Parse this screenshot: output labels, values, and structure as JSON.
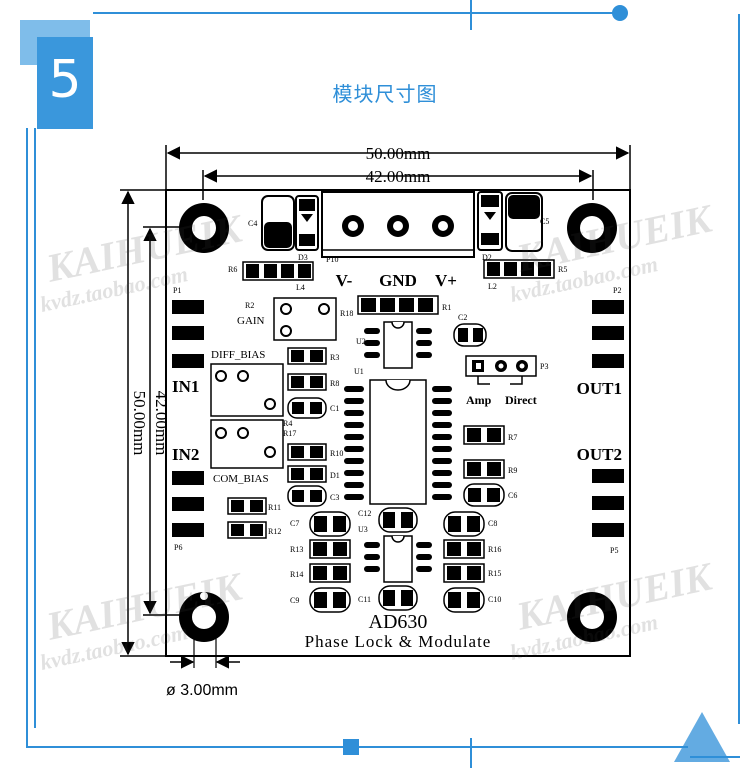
{
  "header": {
    "step_number": "5",
    "title": "模块尺寸图"
  },
  "dimensions": {
    "board_width": "50.00mm",
    "hole_spacing_x": "42.00mm",
    "board_height": "50.00mm",
    "hole_spacing_y": "42.00mm",
    "hole_diameter": "ø 3.00mm"
  },
  "board": {
    "chip_name": "AD630",
    "subtitle": "Phase Lock & Modulate",
    "power_labels": [
      "V-",
      "GND",
      "V+"
    ],
    "inputs": [
      "IN1",
      "IN2"
    ],
    "outputs": [
      "OUT1",
      "OUT2"
    ],
    "pot_labels": [
      "GAIN",
      "DIFF_BIAS",
      "COM_BIAS"
    ],
    "jumper_labels": [
      "Amp",
      "Direct"
    ],
    "designators": {
      "p1": "P1",
      "p2": "P2",
      "p3": "P3",
      "p5": "P5",
      "p6": "P6",
      "p10": "P10",
      "c1": "C1",
      "c2": "C2",
      "c3": "C3",
      "c4": "C4",
      "c5": "C5",
      "c6": "C6",
      "c7": "C7",
      "c8": "C8",
      "c9": "C9",
      "c10": "C10",
      "c11": "C11",
      "c12": "C12",
      "r1": "R1",
      "r2": "R2",
      "r3": "R3",
      "r4": "R4",
      "r5": "R5",
      "r6": "R6",
      "r7": "R7",
      "r8": "R8",
      "r9": "R9",
      "r10": "R10",
      "r11": "R11",
      "r12": "R12",
      "r13": "R13",
      "r14": "R14",
      "r15": "R15",
      "r16": "R16",
      "r17": "R17",
      "r18": "R18",
      "d1": "D1",
      "d2": "D2",
      "d3": "D3",
      "l2": "L2",
      "l4": "L4",
      "u1": "U1",
      "u2": "U2",
      "u3": "U3"
    }
  },
  "watermark": {
    "brand": "KAIHUEIK",
    "url": "kvdz.taobao.com"
  },
  "colors": {
    "accent": "#2f8fd8",
    "board": "#000000"
  }
}
